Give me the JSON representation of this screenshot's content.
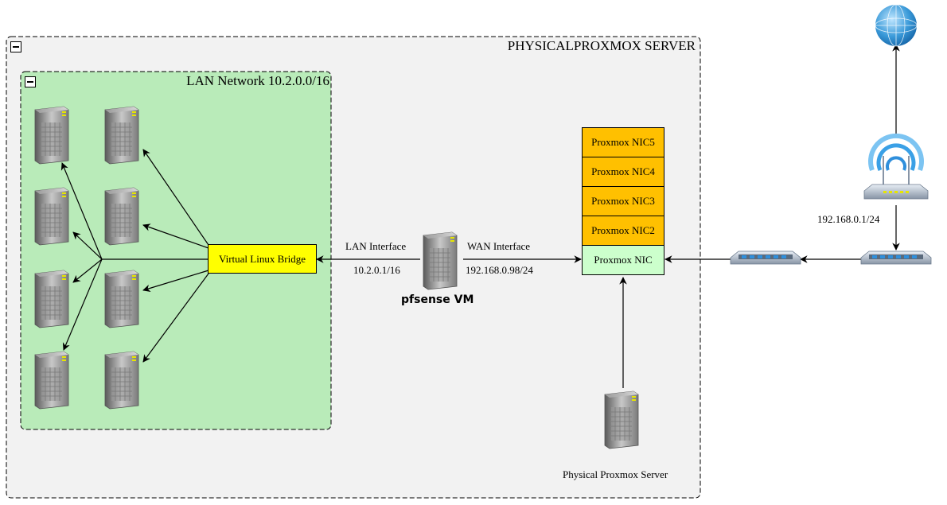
{
  "groups": {
    "physical_server": {
      "title": "PHYSICALPROXMOX SERVER"
    },
    "lan_network": {
      "title": "LAN Network 10.2.0.0/16"
    }
  },
  "nodes": {
    "bridge": "Virtual Linux Bridge",
    "pfsense": "pfsense VM",
    "physical_server": "Physical Proxmox Server",
    "nics": [
      "Proxmox NIC5",
      "Proxmox NIC4",
      "Proxmox NIC3",
      "Proxmox NIC2",
      "Proxmox NIC"
    ]
  },
  "edge_labels": {
    "lan_interface": "LAN Interface",
    "lan_ip": "10.2.0.1/16",
    "wan_interface": "WAN Interface",
    "wan_ip": "192.168.0.98/24",
    "router_ip": "192.168.0.1/24"
  },
  "icons": {
    "server": "server-icon",
    "globe": "globe-icon",
    "router": "wifi-router-icon",
    "switch": "network-switch-icon"
  },
  "colors": {
    "lan_fill": "#b9ebb9",
    "group_fill": "#f2f2f2",
    "nic_fill": "#ffc000",
    "nic_main_fill": "#ccffcc",
    "bridge_fill": "#ffff00"
  }
}
